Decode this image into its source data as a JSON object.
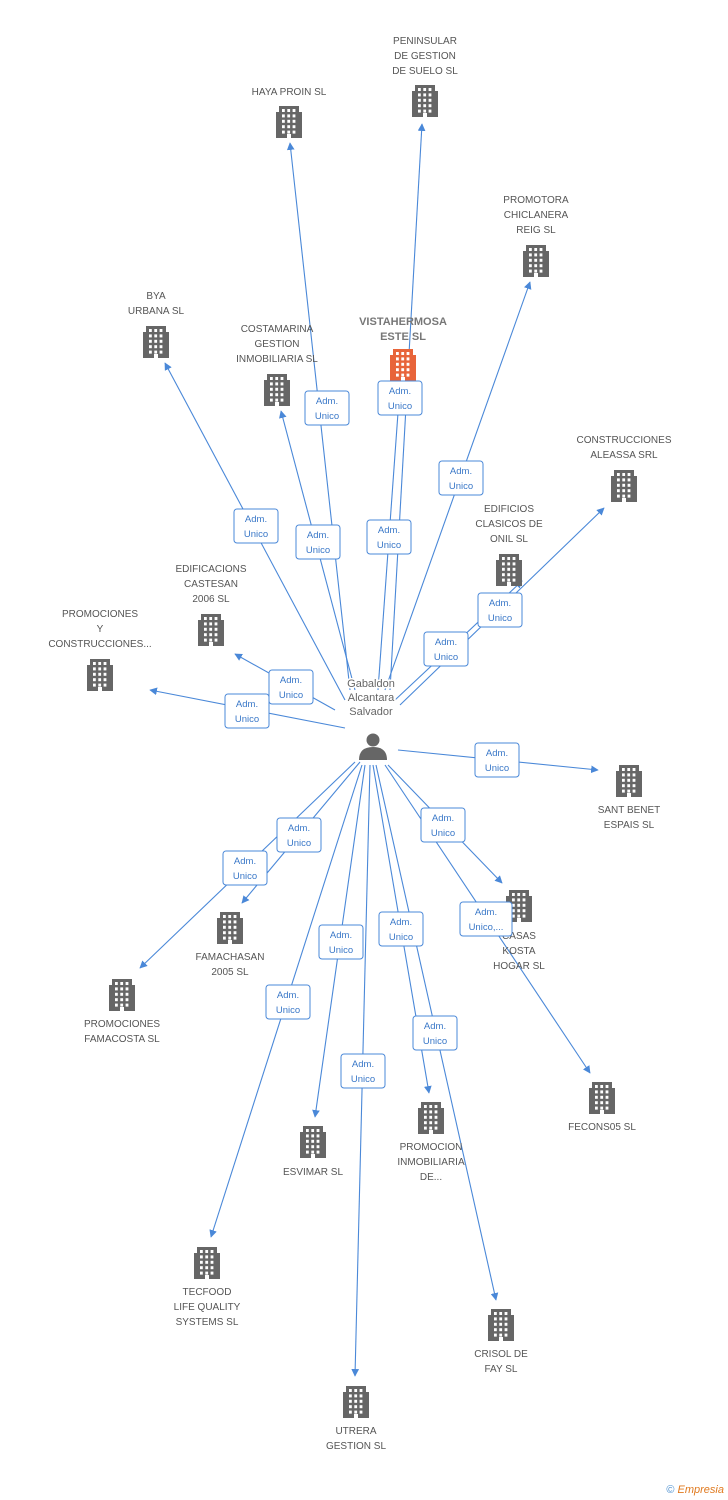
{
  "diagram": {
    "center": {
      "name": [
        "Gabaldon",
        "Alcantara",
        "Salvador"
      ],
      "icon": "person-icon"
    },
    "edge_label": [
      "Adm.",
      "Unico"
    ],
    "edge_label_ellipsis": [
      "Adm.",
      "Unico,..."
    ],
    "colors": {
      "edge": "#4a88d8",
      "building": "#666666",
      "highlight": "#e8643a"
    },
    "companies": [
      {
        "id": "peninsular",
        "lines": [
          "PENINSULAR",
          "DE GESTION",
          "DE SUELO SL"
        ]
      },
      {
        "id": "haya",
        "lines": [
          "HAYA PROIN SL"
        ]
      },
      {
        "id": "promotora",
        "lines": [
          "PROMOTORA",
          "CHICLANERA",
          "REIG SL"
        ]
      },
      {
        "id": "bya",
        "lines": [
          "BYA",
          "URBANA SL"
        ]
      },
      {
        "id": "costamarina",
        "lines": [
          "COSTAMARINA",
          "GESTION",
          "INMOBILIARIA SL"
        ]
      },
      {
        "id": "vistahermosa",
        "lines": [
          "VISTAHERMOSA",
          "ESTE SL"
        ],
        "highlight": true
      },
      {
        "id": "aleassa",
        "lines": [
          "CONSTRUCCIONES",
          "ALEASSA SRL"
        ]
      },
      {
        "id": "edificios",
        "lines": [
          "EDIFICIOS",
          "CLASICOS DE",
          "ONIL SL"
        ]
      },
      {
        "id": "castesan",
        "lines": [
          "EDIFICACIONS",
          "CASTESAN",
          "2006 SL"
        ]
      },
      {
        "id": "promociones-y",
        "lines": [
          "PROMOCIONES",
          "Y",
          "CONSTRUCCIONES..."
        ]
      },
      {
        "id": "santbenet",
        "lines": [
          "SANT BENET",
          "ESPAIS SL"
        ]
      },
      {
        "id": "casas",
        "lines": [
          "CASAS",
          "KOSTA",
          "HOGAR SL"
        ]
      },
      {
        "id": "famachasan",
        "lines": [
          "FAMACHASAN",
          "2005 SL"
        ]
      },
      {
        "id": "famacosta",
        "lines": [
          "PROMOCIONES",
          "FAMACOSTA SL"
        ]
      },
      {
        "id": "fecons",
        "lines": [
          "FECONS05 SL"
        ]
      },
      {
        "id": "esvimar",
        "lines": [
          "ESVIMAR SL"
        ]
      },
      {
        "id": "promocion-inm",
        "lines": [
          "PROMOCION",
          "INMOBILIARIA",
          "DE..."
        ]
      },
      {
        "id": "tecfood",
        "lines": [
          "TECFOOD",
          "LIFE QUALITY",
          "SYSTEMS SL"
        ]
      },
      {
        "id": "crisol",
        "lines": [
          "CRISOL DE",
          "FAY SL"
        ]
      },
      {
        "id": "utrera",
        "lines": [
          "UTRERA",
          "GESTION SL"
        ]
      }
    ]
  },
  "footer": {
    "copyright": "©",
    "brand": "Empresia"
  }
}
